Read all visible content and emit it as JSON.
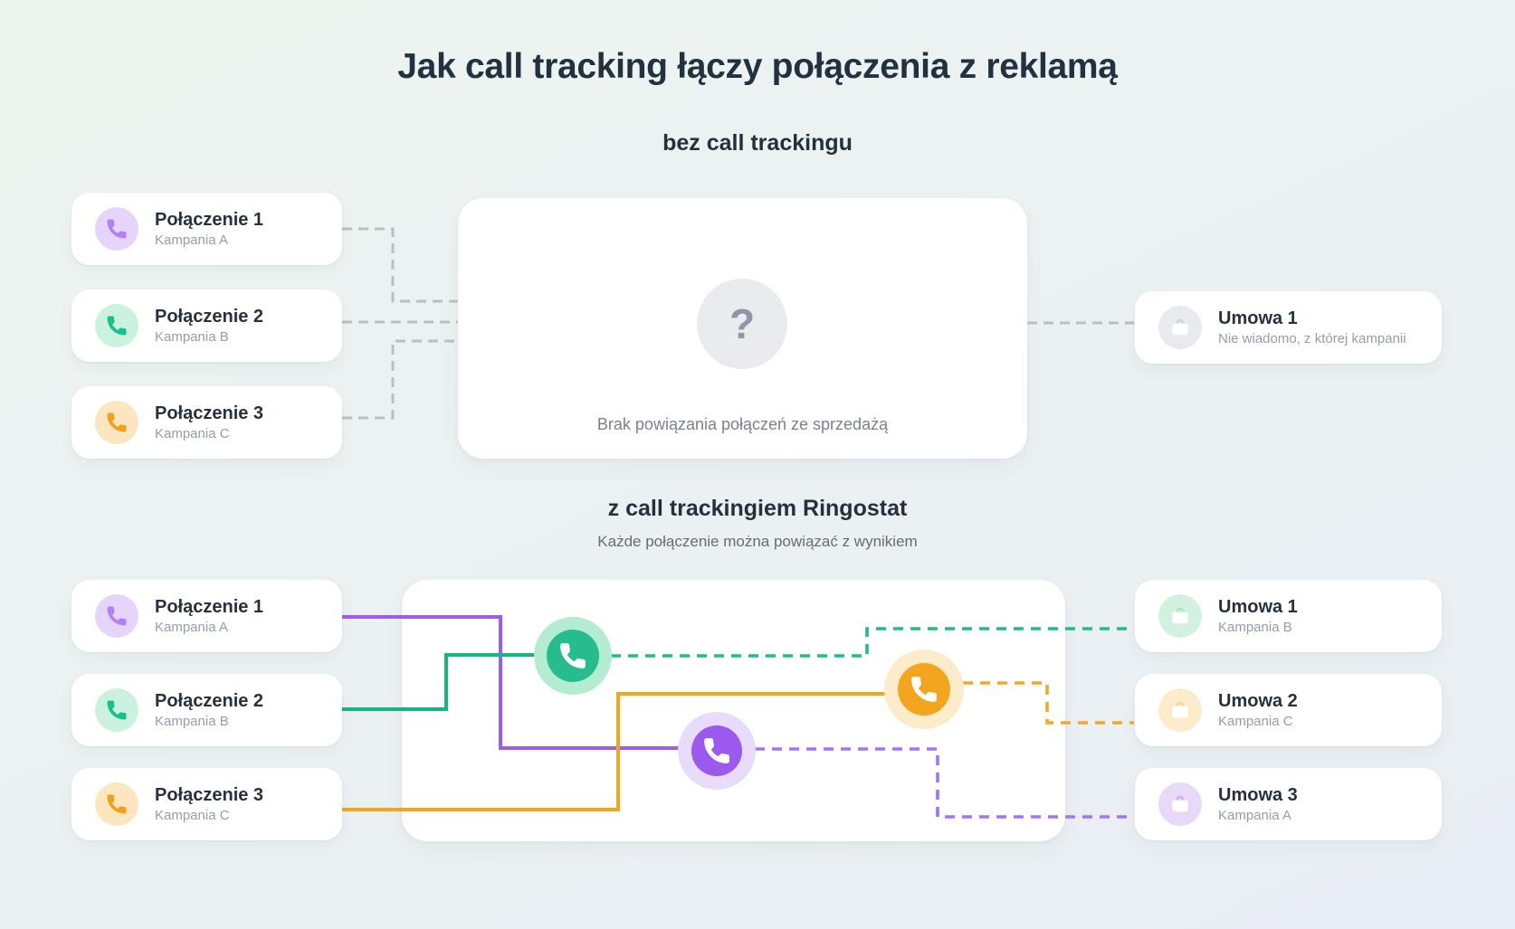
{
  "title": "Jak call tracking łączy połączenia z reklamą",
  "palette": {
    "navy": "#24303e",
    "caption_gray": "#78838f",
    "gray_dash": "#b6c1c2",
    "purple": {
      "line": "#9f5ce5",
      "dash": "#a673ef",
      "tint": "#e6d5fa",
      "glyph": "#b580f2",
      "outer": "#e9dcfa",
      "inner": "#9c59ee",
      "badge": "#e8d9f9",
      "handle": "#cdaff0"
    },
    "green": {
      "line": "#16b583",
      "dash": "#1fbd8b",
      "tint": "#cbf2de",
      "glyph": "#16c18c",
      "outer": "#b4ecd1",
      "inner": "#27bc8e",
      "badge": "#d2f2df",
      "handle": "#aee6c7"
    },
    "orange": {
      "line": "#f4a41d",
      "dash": "#f6a825",
      "tint": "#fbe6c0",
      "glyph": "#f0a11a",
      "outer": "#fdecca",
      "inner": "#f3a51f",
      "badge": "#fdeccb",
      "handle": "#f6d491"
    },
    "neutral": {
      "badge": "#e8eaee",
      "handle": "#cfd4db"
    }
  },
  "section_without": {
    "heading": "bez call trackingu",
    "calls": [
      {
        "title": "Połączenie 1",
        "subtitle": "Kampania A",
        "accent": "purple",
        "icon": "phone-icon"
      },
      {
        "title": "Połączenie 2",
        "subtitle": "Kampania B",
        "accent": "green",
        "icon": "phone-icon"
      },
      {
        "title": "Połączenie 3",
        "subtitle": "Kampania C",
        "accent": "orange",
        "icon": "phone-icon"
      }
    ],
    "box": {
      "question_mark": "?",
      "caption": "Brak powiązania połączeń ze sprzedażą"
    },
    "result": {
      "title": "Umowa 1",
      "subtitle": "Nie wiadomo, z której kampanii",
      "accent": "neutral",
      "icon": "briefcase-icon"
    }
  },
  "section_with": {
    "heading": "z call trackingiem Ringostat",
    "subheading": "Każde połączenie można powiązać z wynikiem",
    "calls": [
      {
        "title": "Połączenie 1",
        "subtitle": "Kampania A",
        "accent": "purple",
        "icon": "phone-icon"
      },
      {
        "title": "Połączenie 2",
        "subtitle": "Kampania B",
        "accent": "green",
        "icon": "phone-icon"
      },
      {
        "title": "Połączenie 3",
        "subtitle": "Kampania C",
        "accent": "orange",
        "icon": "phone-icon"
      }
    ],
    "results": [
      {
        "title": "Umowa 1",
        "subtitle": "Kampania B",
        "accent": "green",
        "icon": "briefcase-icon"
      },
      {
        "title": "Umowa 2",
        "subtitle": "Kampania C",
        "accent": "orange",
        "icon": "briefcase-icon"
      },
      {
        "title": "Umowa 3",
        "subtitle": "Kampania A",
        "accent": "purple",
        "icon": "briefcase-icon"
      }
    ]
  }
}
